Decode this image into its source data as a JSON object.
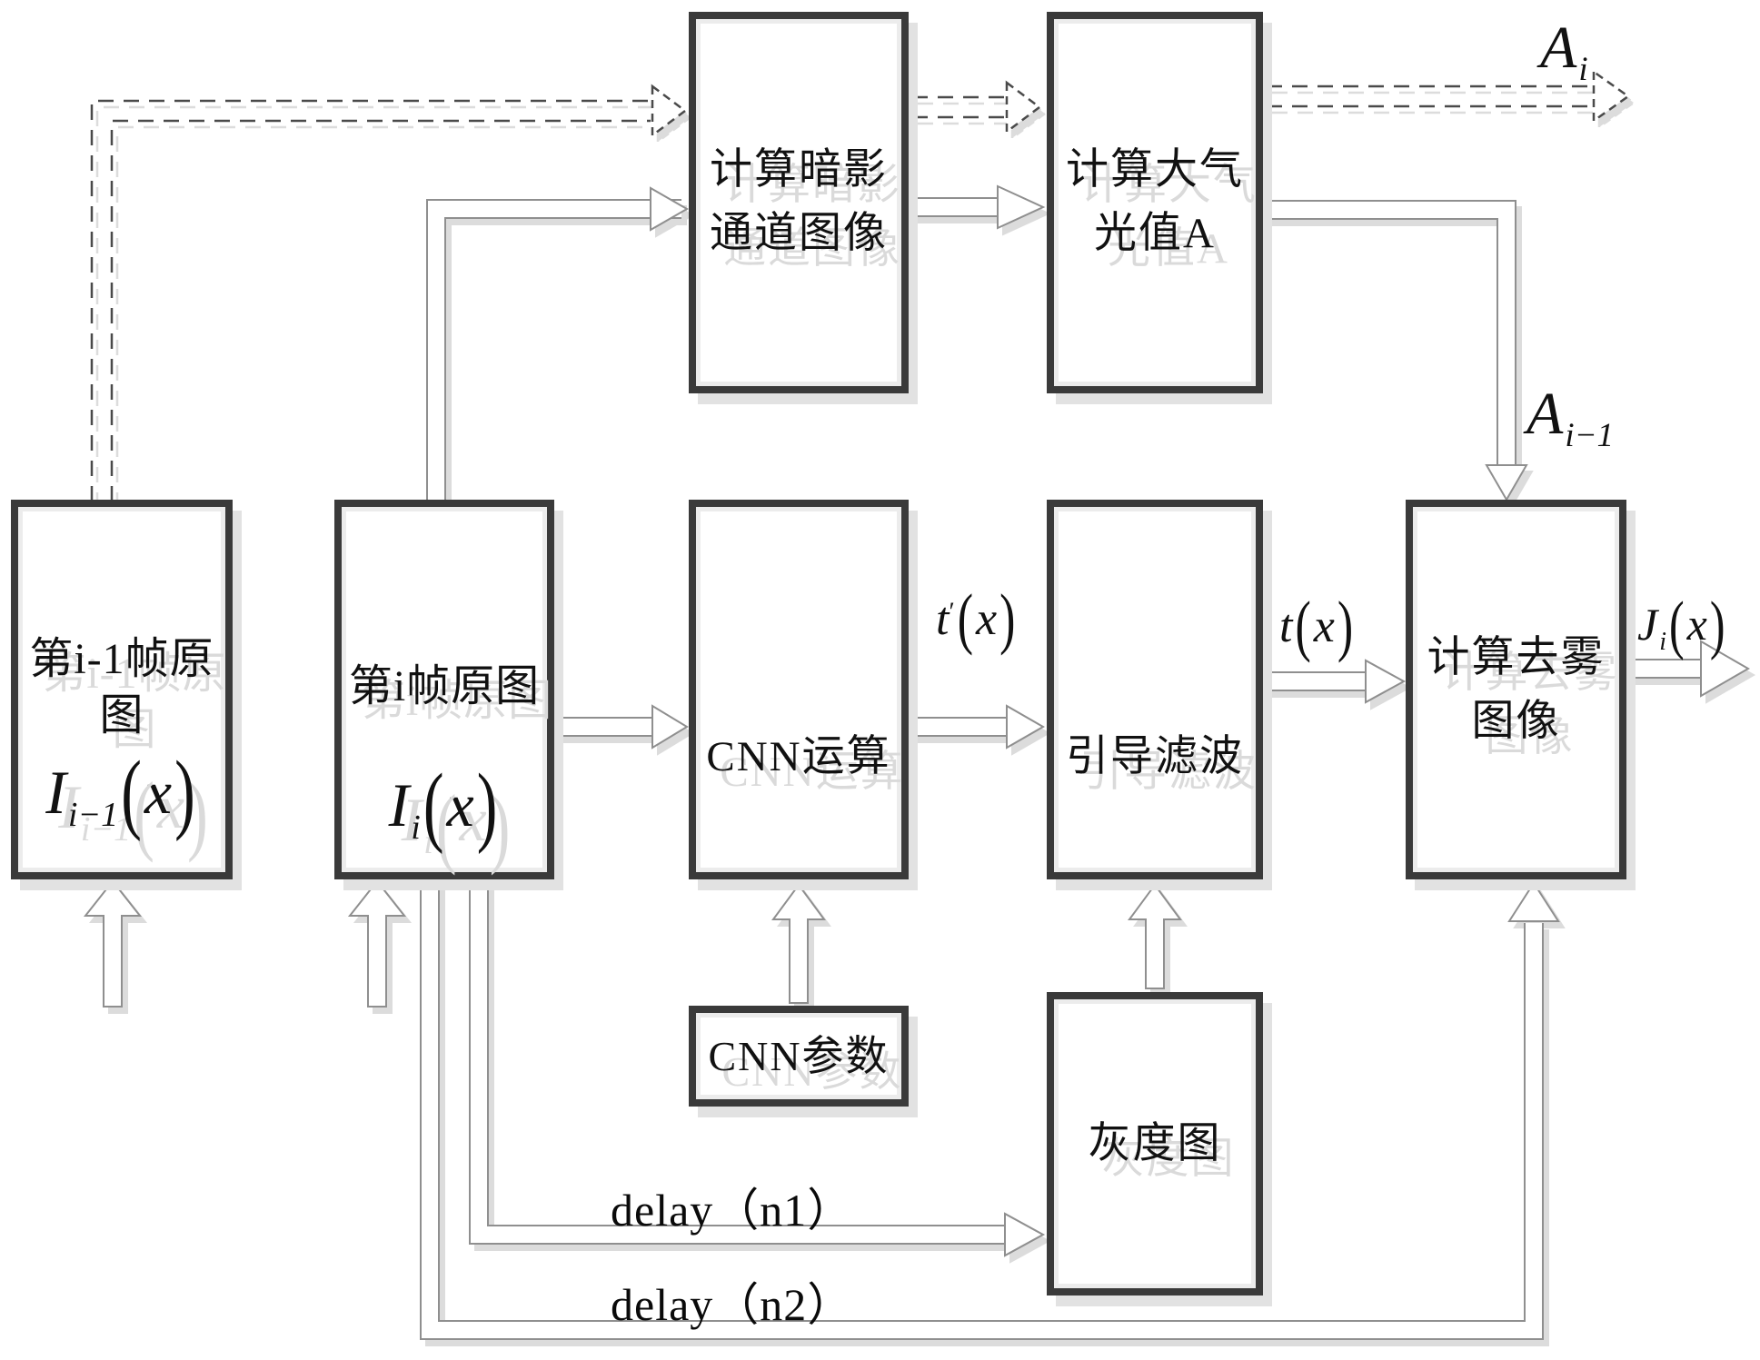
{
  "boxes": {
    "dark_channel": {
      "line1": "计算暗影",
      "line2": "通道图像"
    },
    "atmos_light": {
      "line1": "计算大气",
      "line2": "光值A"
    },
    "frame_prev": {
      "line1": "第i-1帧原",
      "line2": "图"
    },
    "frame_cur": {
      "line1": "第i帧原图"
    },
    "cnn_op": {
      "label": "CNN运算"
    },
    "guided_filter": {
      "label": "引导滤波"
    },
    "dehaze": {
      "line1": "计算去雾",
      "line2": "图像"
    },
    "cnn_params": {
      "label": "CNN参数"
    },
    "gray_image": {
      "label": "灰度图"
    }
  },
  "formulas": {
    "prev": {
      "base": "I",
      "sub": "i−1",
      "open": "(",
      "var": "x",
      "close": ")"
    },
    "cur": {
      "base": "I",
      "sub": "i",
      "open": "(",
      "var": "x",
      "close": ")"
    }
  },
  "labels": {
    "a_i": {
      "base": "A",
      "sub": "i"
    },
    "a_prev": {
      "base": "A",
      "sub": "i−1"
    },
    "t_prime": {
      "base": "t",
      "prime": "′",
      "open": "(",
      "var": "x",
      "close": ")"
    },
    "t": {
      "base": "t",
      "open": "(",
      "var": "x",
      "close": ")"
    },
    "j_i": {
      "base": "J",
      "sub": "i",
      "open": "(",
      "var": "x",
      "close": ")"
    },
    "delay_n1": "delay（n1）",
    "delay_n2": "delay（n2）"
  },
  "colors": {
    "box_border": "#3a3a3a",
    "solid_line": "#8f8f8f",
    "dashed_line": "#4a4a4a",
    "shadow": "#dcdcdc",
    "text": "#111111"
  }
}
